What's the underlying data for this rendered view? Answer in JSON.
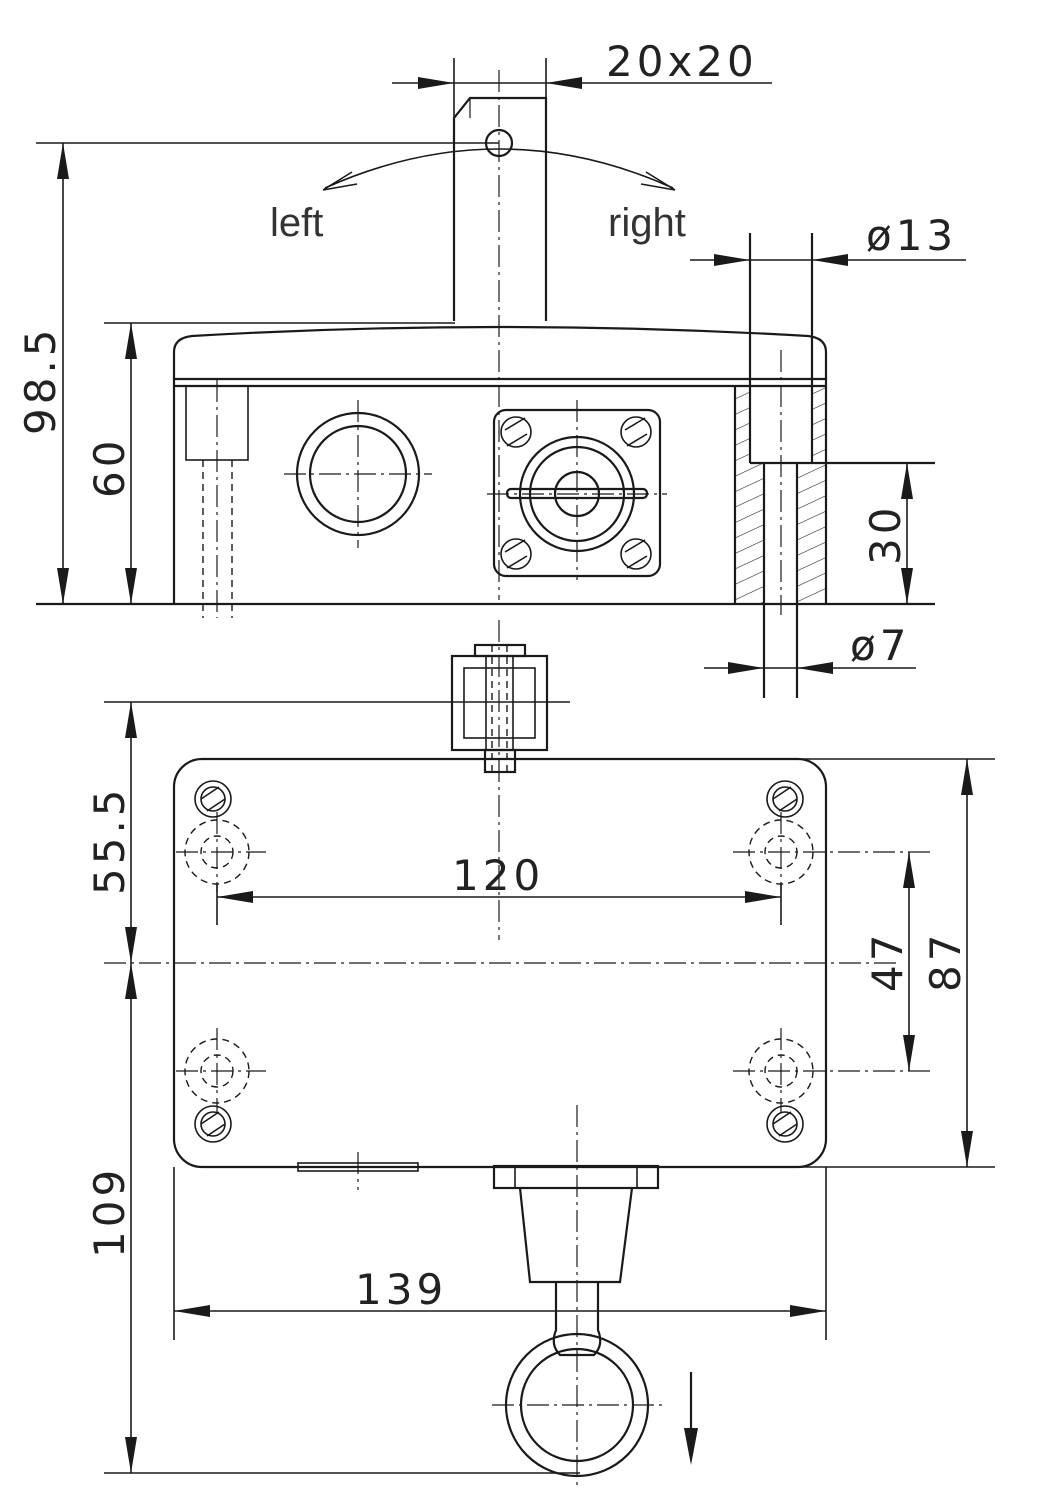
{
  "labels": {
    "shaft_size": "20x20",
    "left": "left",
    "right": "right",
    "bore_large": "ø13",
    "bore_small": "ø7"
  },
  "dimensions": {
    "total_height": "98.5",
    "housing_height": "60",
    "counterbore_depth": "30",
    "hole_spacing_horizontal": "120",
    "shaft_offset": "55.5",
    "hole_spacing_vertical": "47",
    "housing_depth": "87",
    "lever_length": "109",
    "housing_width": "139"
  },
  "colors": {
    "line": "#1a1a1a",
    "text": "#222222",
    "background": "#ffffff"
  }
}
